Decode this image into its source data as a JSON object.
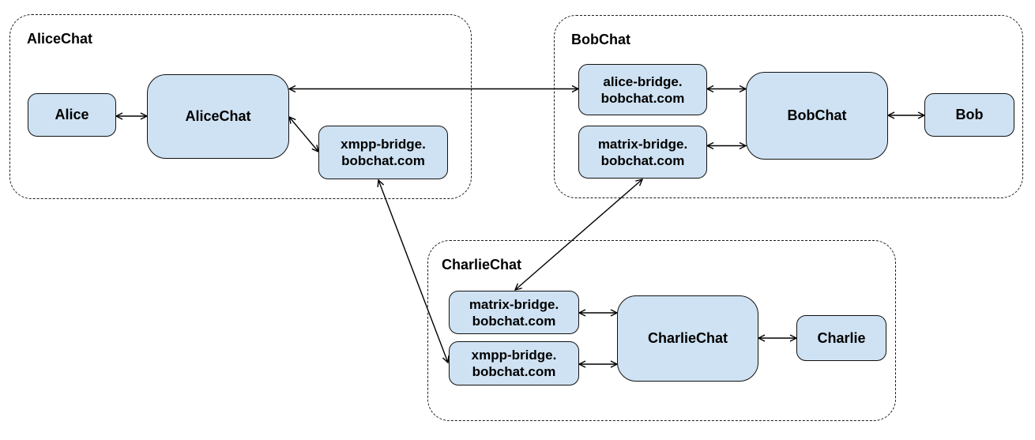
{
  "diagram": {
    "background_color": "#ffffff",
    "node_fill_color": "#cfe2f3",
    "node_border_color": "#111111",
    "arrow_color": "#000000",
    "groups": {
      "alicechat": {
        "label": "AliceChat"
      },
      "bobchat": {
        "label": "BobChat"
      },
      "charliechat": {
        "label": "CharlieChat"
      }
    },
    "nodes": {
      "alice": {
        "label": "Alice"
      },
      "alicechat_server": {
        "label": "AliceChat"
      },
      "xmpp_bridge_alice": {
        "label": "xmpp-bridge.\nbobchat.com"
      },
      "alice_bridge_bob": {
        "label": "alice-bridge.\nbobchat.com"
      },
      "matrix_bridge_bob": {
        "label": "matrix-bridge.\nbobchat.com"
      },
      "bobchat_server": {
        "label": "BobChat"
      },
      "bob": {
        "label": "Bob"
      },
      "matrix_bridge_charlie": {
        "label": "matrix-bridge.\nbobchat.com"
      },
      "xmpp_bridge_charlie": {
        "label": "xmpp-bridge.\nbobchat.com"
      },
      "charliechat_server": {
        "label": "CharlieChat"
      },
      "charlie": {
        "label": "Charlie"
      }
    },
    "edges": [
      {
        "from": "alice",
        "to": "alicechat_server",
        "direction": "both"
      },
      {
        "from": "alicechat_server",
        "to": "alice_bridge_bob",
        "direction": "both"
      },
      {
        "from": "alicechat_server",
        "to": "xmpp_bridge_alice",
        "direction": "both"
      },
      {
        "from": "alice_bridge_bob",
        "to": "bobchat_server",
        "direction": "both"
      },
      {
        "from": "matrix_bridge_bob",
        "to": "bobchat_server",
        "direction": "both"
      },
      {
        "from": "bobchat_server",
        "to": "bob",
        "direction": "both"
      },
      {
        "from": "matrix_bridge_bob",
        "to": "matrix_bridge_charlie",
        "direction": "both"
      },
      {
        "from": "xmpp_bridge_alice",
        "to": "xmpp_bridge_charlie",
        "direction": "both"
      },
      {
        "from": "matrix_bridge_charlie",
        "to": "charliechat_server",
        "direction": "both"
      },
      {
        "from": "xmpp_bridge_charlie",
        "to": "charliechat_server",
        "direction": "both"
      },
      {
        "from": "charliechat_server",
        "to": "charlie",
        "direction": "both"
      }
    ]
  }
}
